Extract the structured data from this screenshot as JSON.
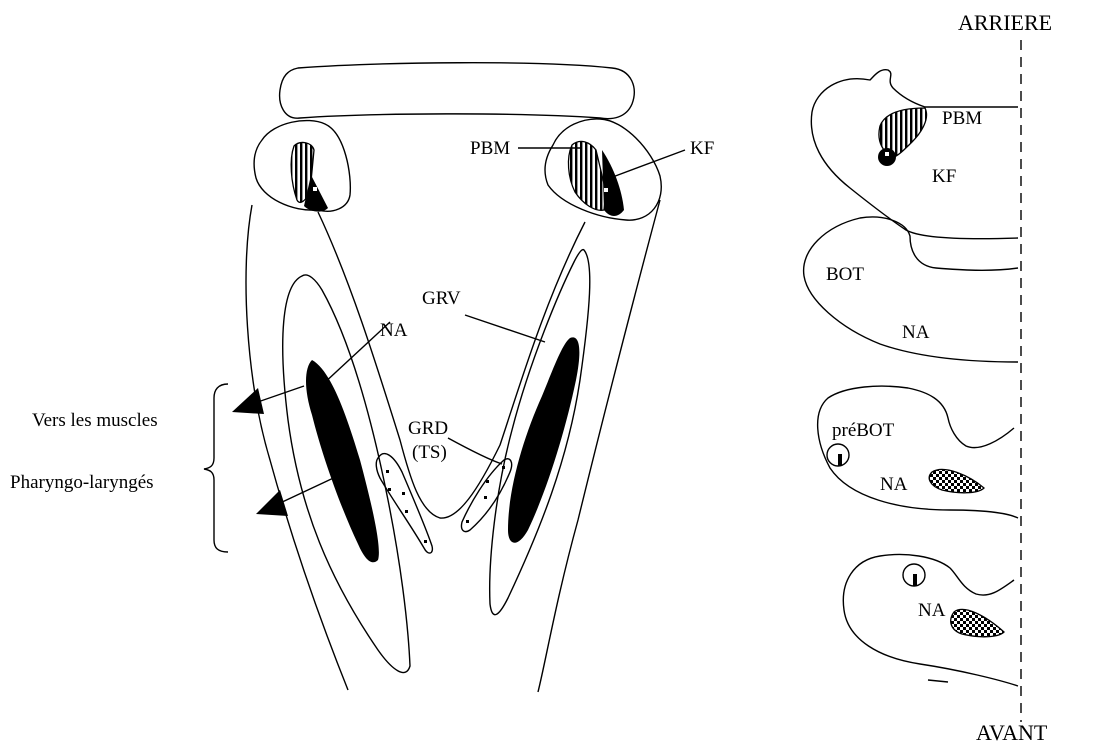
{
  "labels": {
    "arriere": "ARRIERE",
    "avant": "AVANT",
    "pbm_main": "PBM",
    "kf_main": "KF",
    "grv": "GRV",
    "na_main": "NA",
    "grd": "GRD",
    "ts": "(TS)",
    "vers_les_muscles": "Vers les muscles",
    "pharyngo_larynges": "Pharyngo-laryngés",
    "pbm_section": "PBM",
    "kf_section": "KF",
    "bot": "BOT",
    "na_section2": "NA",
    "prebot": "préBOT",
    "na_section3": "NA",
    "na_section4": "NA"
  }
}
